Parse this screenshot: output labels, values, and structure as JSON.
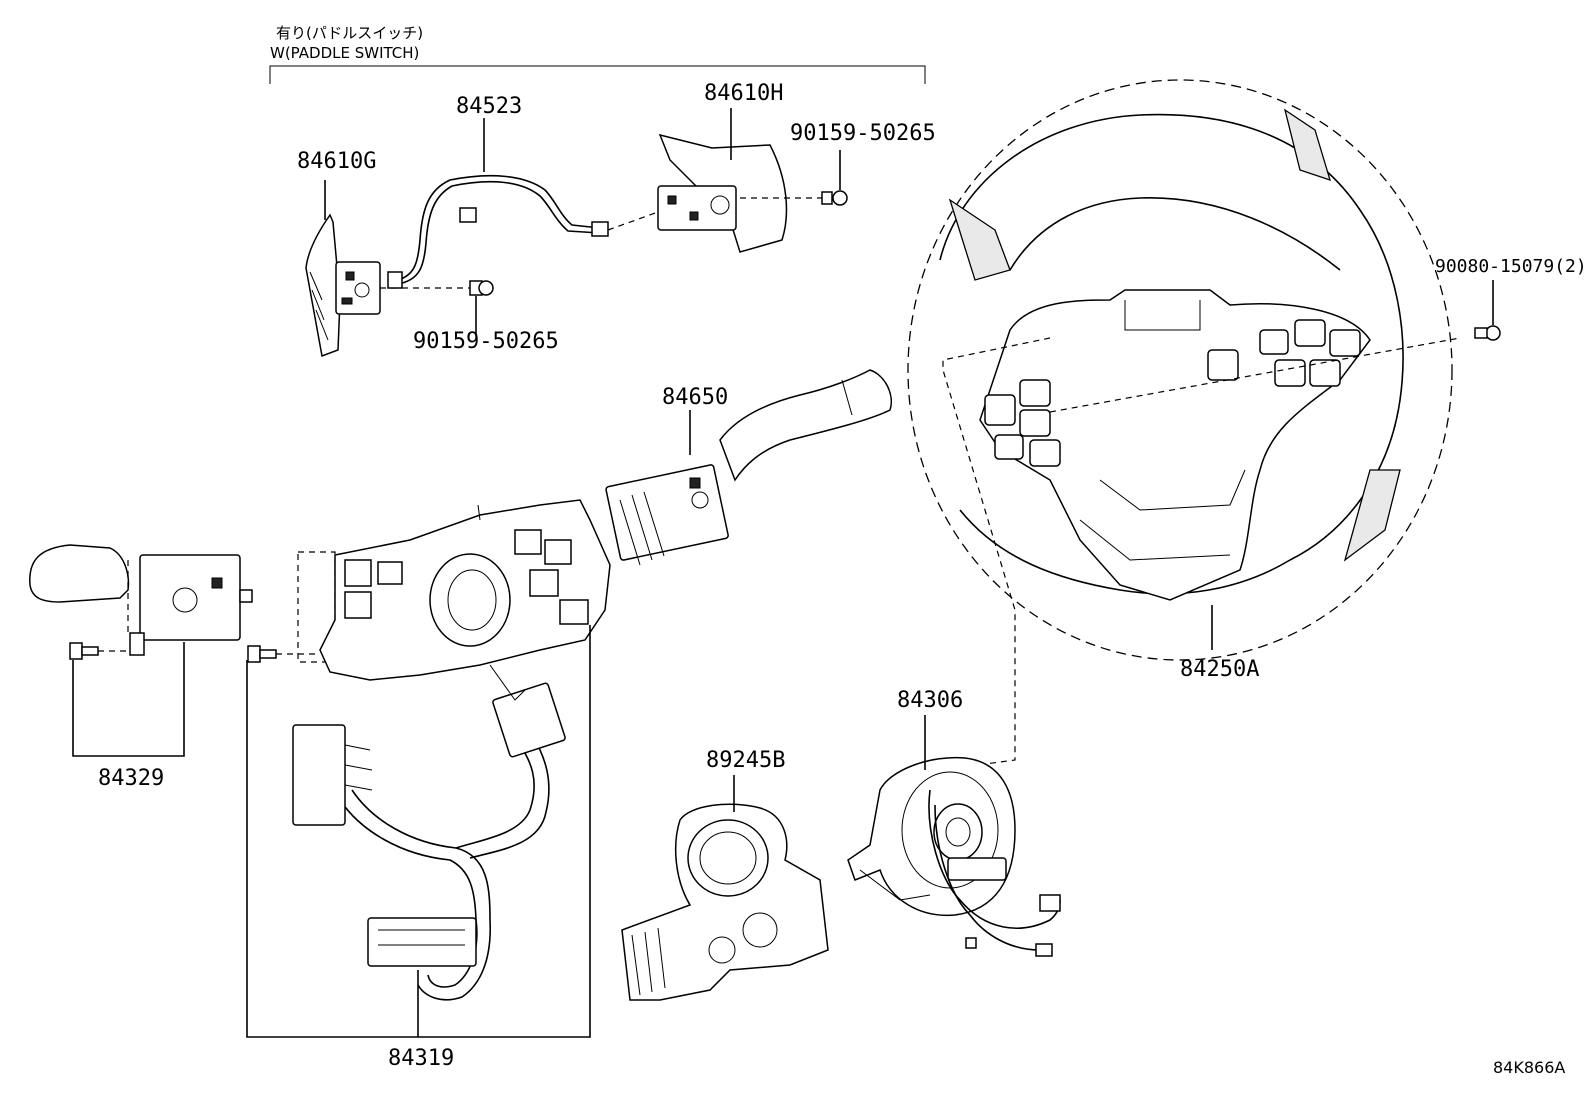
{
  "header": {
    "variant_jp": "有り(パドルスイッチ)",
    "variant_en": "W(PADDLE SWITCH)"
  },
  "parts": {
    "p84523": "84523",
    "p84610H": "84610H",
    "p84610G": "84610G",
    "p90159_a": "90159-50265",
    "p90159_b": "90159-50265",
    "p90080": "90080-15079(2)",
    "p84650": "84650",
    "p84250A": "84250A",
    "p84306": "84306",
    "p89245B": "89245B",
    "p84329": "84329",
    "p84319": "84319"
  },
  "ref_code": "84K866A"
}
